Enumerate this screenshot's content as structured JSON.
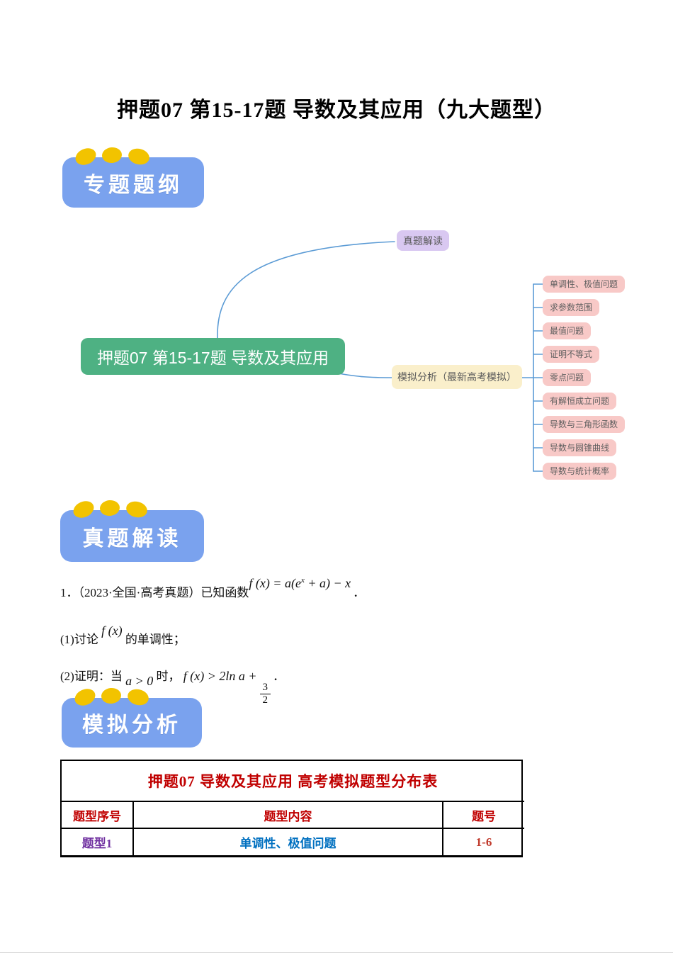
{
  "title": "押题07 第15-17题 导数及其应用（九大题型）",
  "badges": {
    "outline": "专题题纲",
    "real": "真题解读",
    "mock": "模拟分析"
  },
  "mindmap": {
    "root": "押题07 第15-17题 导数及其应用",
    "real_branch": "真题解读",
    "mock_branch": "模拟分析（最新高考模拟）",
    "leaves": [
      "单调性、极值问题",
      "求参数范围",
      "最值问题",
      "证明不等式",
      "零点问题",
      "有解恒成立问题",
      "导数与三角形函数",
      "导数与圆锥曲线",
      "导数与统计概率"
    ]
  },
  "problem": {
    "number": "1．",
    "source": "（2023·全国·高考真题）已知函数",
    "f1_pre": "f (x) = a(e",
    "f1_sup": "x",
    "f1_post": " + a) − x",
    "f1_end": "．",
    "p1_label": "(1)讨论",
    "p1_math": "f (x)",
    "p1_tail": "的单调性；",
    "p2_label": "(2)证明：当",
    "p2_cond": "a > 0",
    "p2_mid": "时，",
    "p2_math": "f (x) > 2ln a +",
    "p2_frac_num": "3",
    "p2_frac_den": "2",
    "p2_end": "．"
  },
  "table": {
    "title": "押题07 导数及其应用 高考模拟题型分布表",
    "headers": [
      "题型序号",
      "题型内容",
      "题号"
    ],
    "rows": [
      {
        "no": "题型1",
        "content": "单调性、极值问题",
        "range": "1-6"
      }
    ]
  },
  "colors": {
    "badge_blue": "#7aa2ee",
    "badge_dot_yellow": "#f2c300",
    "root_green": "#4eb183",
    "branch_purple": "#d9c8f1",
    "branch_yellow": "#faefcb",
    "leaf_pink": "#f8c9c7",
    "connector_blue": "#5b9bd5",
    "table_red": "#c00000",
    "row_purple": "#7030a0",
    "row_blue": "#0070c0",
    "row_crimson": "#c0392b"
  }
}
